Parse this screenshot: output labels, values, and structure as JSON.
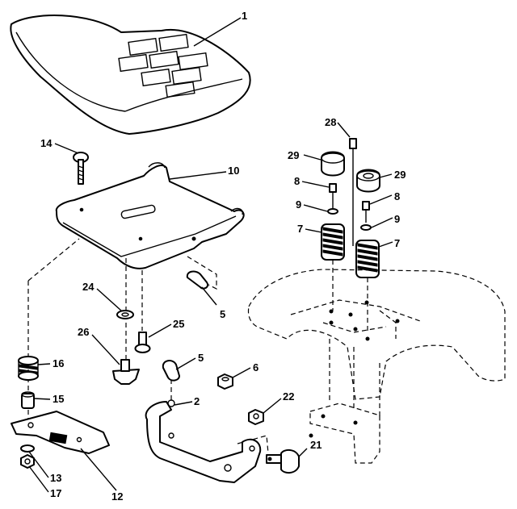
{
  "callouts": {
    "c1": "1",
    "c2": "2",
    "c5a": "5",
    "c5b": "5",
    "c6": "6",
    "c7a": "7",
    "c7b": "7",
    "c8a": "8",
    "c8b": "8",
    "c9a": "9",
    "c9b": "9",
    "c10": "10",
    "c12": "12",
    "c13": "13",
    "c14": "14",
    "c15": "15",
    "c16": "16",
    "c17": "17",
    "c21": "21",
    "c22": "22",
    "c24": "24",
    "c25": "25",
    "c26": "26",
    "c28": "28",
    "c29a": "29",
    "c29b": "29"
  }
}
